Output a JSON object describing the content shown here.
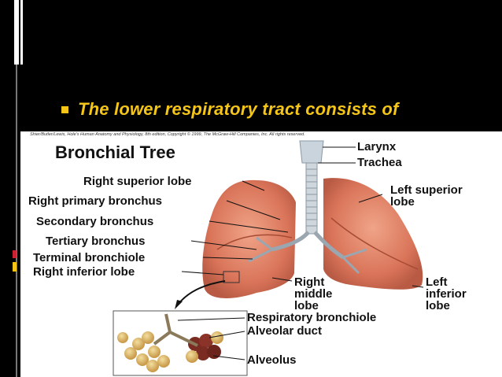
{
  "bullet_text": "The lower respiratory tract  consists of",
  "figure": {
    "credit": "Shier/Butler/Lewis, Hole's Human Anatomy and Physiology, 8th edition, Copyright © 1999, The McGraw-Hill Companies, Inc. All rights reserved.",
    "title": "Bronchial Tree",
    "labels": {
      "larynx": "Larynx",
      "trachea": "Trachea",
      "right_superior_lobe": "Right superior lobe",
      "right_primary_bronchus": "Right primary bronchus",
      "secondary_bronchus": "Secondary bronchus",
      "tertiary_bronchus": "Tertiary bronchus",
      "terminal_bronchiole": "Terminal bronchiole",
      "right_inferior_lobe": "Right inferior lobe",
      "left_superior_lobe_1": "Left superior",
      "left_superior_lobe_2": "lobe",
      "right_middle_1": "Right",
      "right_middle_2": "middle",
      "right_middle_3": "lobe",
      "left_inferior_1": "Left",
      "left_inferior_2": "inferior",
      "left_inferior_3": "lobe",
      "respiratory_bronchiole": "Respiratory bronchiole",
      "alveolar_duct": "Alveolar duct",
      "alveolus": "Alveolus"
    }
  },
  "colors": {
    "accent": "#f5c518",
    "background": "#000000",
    "lung": "#e0846a"
  }
}
